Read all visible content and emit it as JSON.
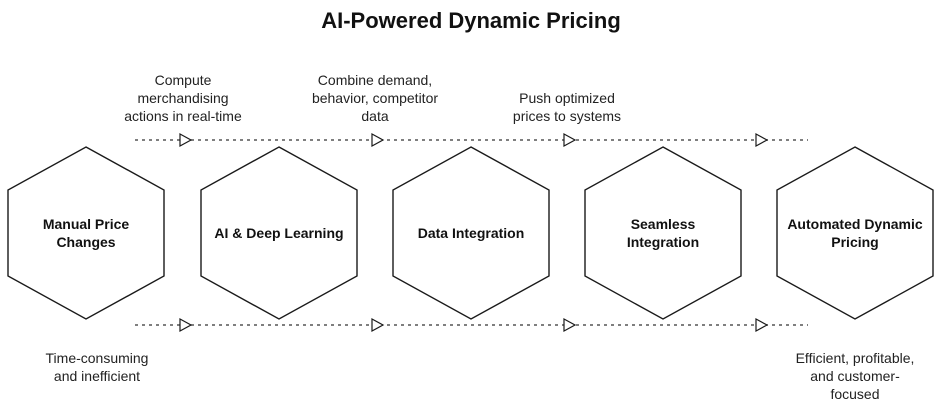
{
  "title": "AI-Powered Dynamic Pricing",
  "stages": [
    {
      "label_lines": [
        "Manual Price",
        "Changes"
      ],
      "top_note_lines": [],
      "bottom_note_lines": [
        "Time-consuming",
        "and inefficient"
      ]
    },
    {
      "label_lines": [
        "AI & Deep Learning"
      ],
      "top_note_lines": [
        "Compute",
        "merchandising",
        "actions in real-time"
      ],
      "bottom_note_lines": []
    },
    {
      "label_lines": [
        "Data Integration"
      ],
      "top_note_lines": [
        "Combine demand,",
        "behavior, competitor",
        "data"
      ],
      "bottom_note_lines": []
    },
    {
      "label_lines": [
        "Seamless",
        "Integration"
      ],
      "top_note_lines": [
        "Push optimized",
        "prices to systems"
      ],
      "bottom_note_lines": []
    },
    {
      "label_lines": [
        "Automated Dynamic",
        "Pricing"
      ],
      "top_note_lines": [],
      "bottom_note_lines": [
        "Efficient, profitable,",
        "and customer-",
        "focused"
      ]
    }
  ],
  "flow_arrow_count": 4,
  "colors": {
    "stroke": "#1a1a1a",
    "text": "#111111",
    "dotted_line": "#555555",
    "background": "#ffffff"
  }
}
